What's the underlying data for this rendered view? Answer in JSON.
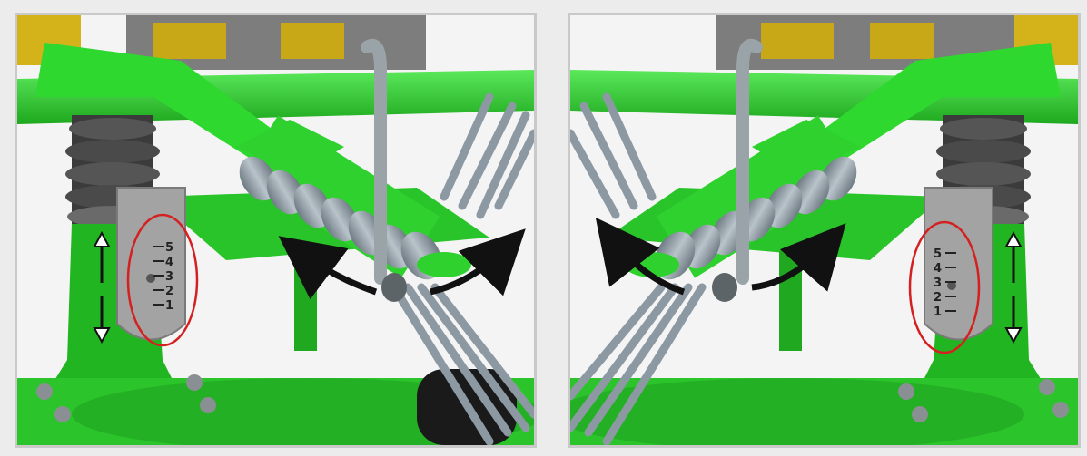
{
  "colors": {
    "machine_green": "#2fd12f",
    "dark_green": "#1a8f1a",
    "steel_grey": "#8d9aa4",
    "plate_grey": "#9a9a9a",
    "highlight_red": "#d42020",
    "arrow_black": "#111111",
    "background": "#f7f7f7"
  },
  "left_panel": {
    "scale_marks": [
      "5",
      "4",
      "3",
      "2",
      "1"
    ]
  },
  "right_panel": {
    "scale_marks": [
      "5",
      "4",
      "3",
      "2",
      "1"
    ]
  }
}
